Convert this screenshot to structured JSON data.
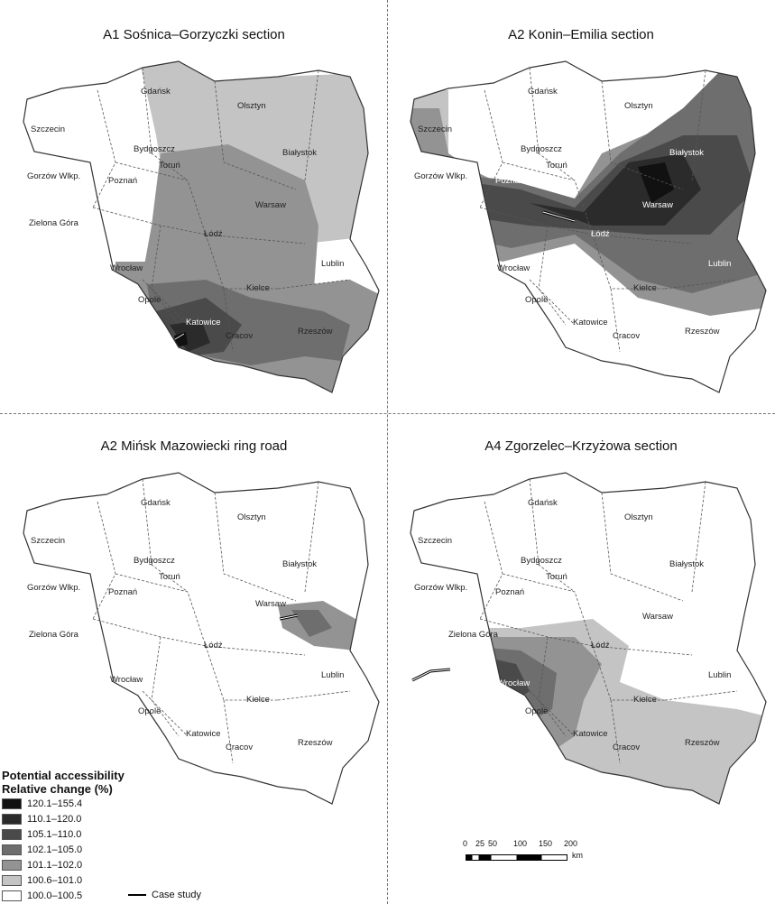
{
  "panels": [
    {
      "title": "A1 Sośnica–Gorzyczki section"
    },
    {
      "title": "A2 Konin–Emilia section"
    },
    {
      "title": "A2 Mińsk Mazowiecki ring road"
    },
    {
      "title": "A4 Zgorzelec–Krzyżowa section"
    }
  ],
  "cities": {
    "gdansk": "Gdańsk",
    "olsztyn": "Olsztyn",
    "szczecin": "Szczecin",
    "bydgoszcz": "Bydgoszcz",
    "bialystok": "Białystok",
    "torun": "Toruń",
    "gorzow": "Gorzów Wlkp.",
    "poznan": "Poznań",
    "warsaw": "Warsaw",
    "zielona": "Zielona Góra",
    "lodz": "Łódź",
    "lublin": "Lublin",
    "wroclaw": "Wrocław",
    "kielce": "Kielce",
    "opole": "Opole",
    "katowice": "Katowice",
    "cracov": "Cracov",
    "rzeszow": "Rzeszów"
  },
  "legend": {
    "title_line1": "Potential accessibility",
    "title_line2": "Relative change (%)",
    "classes": [
      {
        "label": "120.1–155.4",
        "color": "#111111"
      },
      {
        "label": "110.1–120.0",
        "color": "#2b2b2b"
      },
      {
        "label": "105.1–110.0",
        "color": "#4a4a4a"
      },
      {
        "label": "102.1–105.0",
        "color": "#6e6e6e"
      },
      {
        "label": "101.1–102.0",
        "color": "#939393"
      },
      {
        "label": "100.6–101.0",
        "color": "#c4c4c4"
      },
      {
        "label": "100.0–100.5",
        "color": "#ffffff"
      }
    ],
    "case_study_label": "Case study"
  },
  "scale": {
    "ticks": [
      "0",
      "25",
      "50",
      "100",
      "150",
      "200"
    ],
    "unit": "km"
  }
}
